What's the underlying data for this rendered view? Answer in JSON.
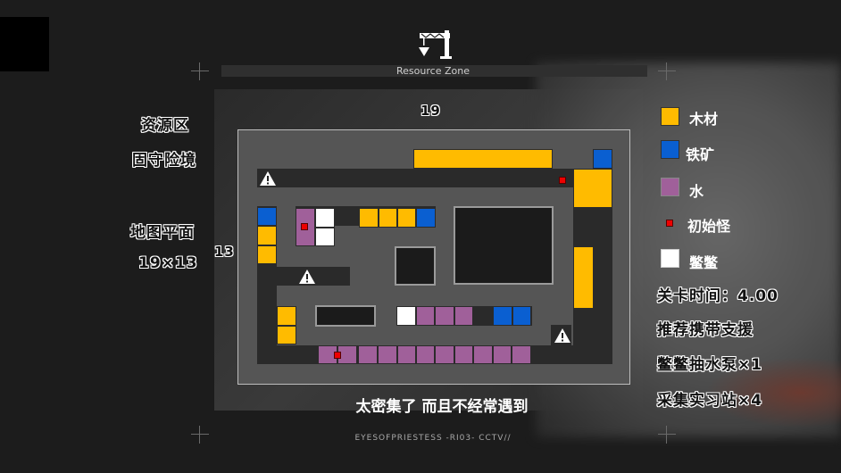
{
  "header": {
    "title": "Resource Zone",
    "icon": "crane-icon"
  },
  "left_info": {
    "zone_name": "资源区",
    "stage_name": "固守险境",
    "map_label": "地图平面",
    "map_size": "19×13"
  },
  "map": {
    "width_label": "19",
    "height_label": "13",
    "warning_icon": "warning-triangle-icon"
  },
  "legend": [
    {
      "label": "木材",
      "color": "#ffbb00",
      "type": "wood"
    },
    {
      "label": "铁矿",
      "color": "#0a5fd1",
      "type": "iron"
    },
    {
      "label": "水",
      "color": "#a0609a",
      "type": "water"
    },
    {
      "label": "初始怪",
      "color": "#ee0000",
      "type": "monster"
    },
    {
      "label": "鳖鳖",
      "color": "#ffffff",
      "type": "turtle"
    }
  ],
  "stats": {
    "time_label": "关卡时间：4.00",
    "recommend_label": "推荐携带支援",
    "support_1": "鳖鳖抽水泵×1",
    "support_2": "采集实习站×4"
  },
  "subtitle": "太密集了 而且不经常遇到",
  "footer": "EYESOFPRIESTESS -RI03- CCTV//"
}
